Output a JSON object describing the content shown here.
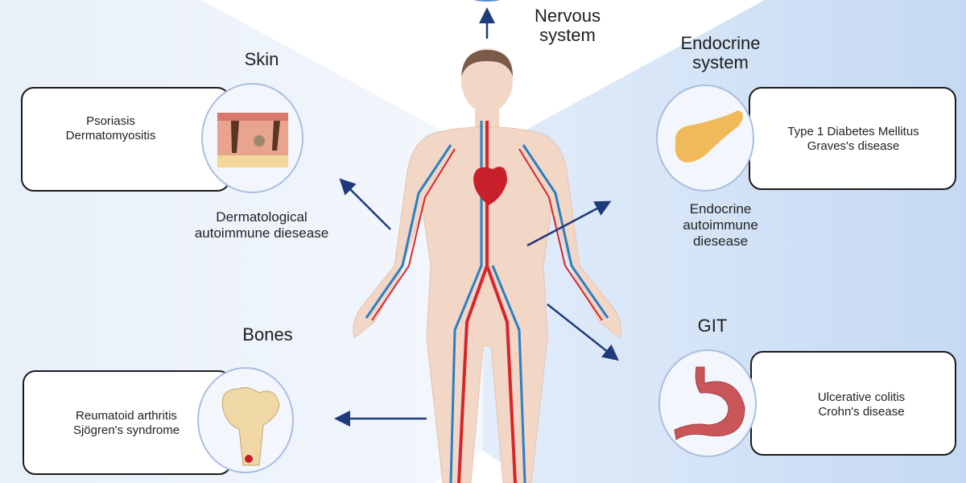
{
  "systems": {
    "nervous": {
      "title": "Nervous system"
    },
    "skin": {
      "title": "Skin",
      "diseases": [
        "Psoriasis",
        "Dermatomyositis"
      ],
      "category": "Dermatological autoimmune diesease"
    },
    "endocrine": {
      "title": "Endocrine system",
      "diseases": [
        "Type 1 Diabetes Mellitus",
        "Graves's disease"
      ],
      "category": "Endocrine autoimmune diesease"
    },
    "bones": {
      "title": "Bones",
      "diseases": [
        "Reumatoid arthritis",
        "Sjögren's syndrome"
      ]
    },
    "git": {
      "title": "GIT",
      "diseases": [
        "Ulcerative colitis",
        "Crohn's disease"
      ]
    }
  },
  "colors": {
    "arrow": "#1f3a7a",
    "artery": "#d7262b",
    "vein": "#2b7fc3",
    "skin": "#f2d6c6",
    "hair": "#7a5a48"
  }
}
